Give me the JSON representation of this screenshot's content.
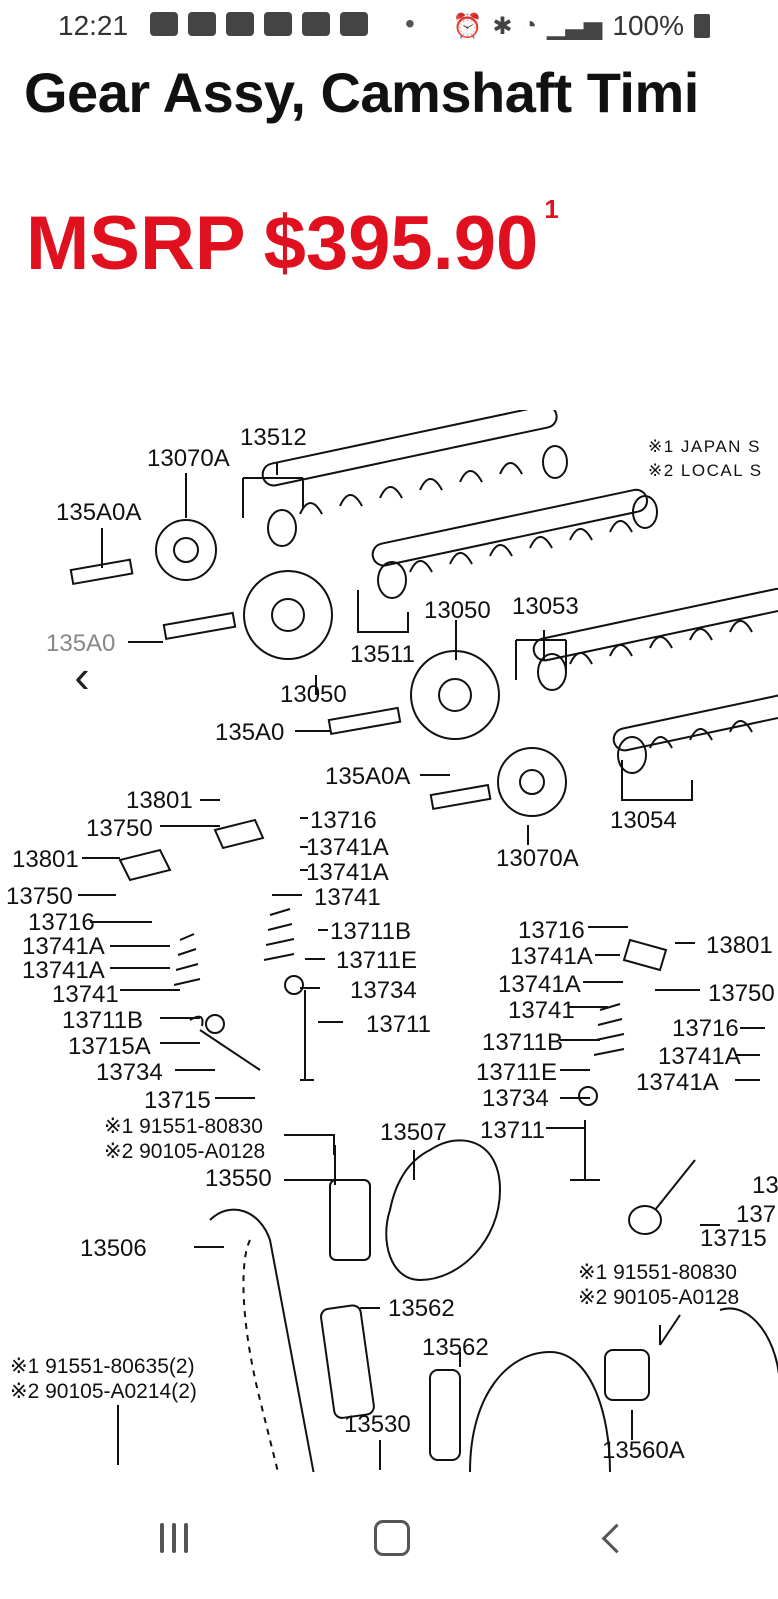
{
  "status_bar": {
    "time": "12:21",
    "battery": "100%",
    "icons": [
      "youtube-icon",
      "chat-icon",
      "teams-icon",
      "teams-icon",
      "news-icon",
      "news-icon",
      "alarm-icon",
      "bluetooth-icon",
      "wifi-icon",
      "signal-icon",
      "battery-icon"
    ]
  },
  "product": {
    "title": "Gear Assy, Camshaft Timi",
    "price_label": "MSRP",
    "price": "$395.90",
    "price_footnote": "1"
  },
  "diagram": {
    "notes": [
      "※1 JAPAN S",
      "※2 LOCAL S"
    ],
    "labels": {
      "l13512": "13512",
      "l13070A_a": "13070A",
      "l135A0A_a": "135A0A",
      "l135A0_a": "135A0",
      "l13511": "13511",
      "l13050_a": "13050",
      "l13050_b": "13050",
      "l13053": "13053",
      "l135A0_b": "135A0",
      "l135A0A_b": "135A0A",
      "l13054": "13054",
      "l13070A_b": "13070A",
      "l13801_a": "13801",
      "l13750_a": "13750",
      "l13801_b": "13801",
      "l13750_b": "13750",
      "l13716_a": "13716",
      "l13741A_a": "13741A",
      "l13741A_b": "13741A",
      "l13741_a": "13741",
      "l13711B_a": "13711B",
      "l13711E_a": "13711E",
      "l13734_a": "13734",
      "l13711_a": "13711",
      "l13716_b": "13716",
      "l13741A_c": "13741A",
      "l13741A_d": "13741A",
      "l13741_b": "13741",
      "l13711B_b": "13711B",
      "l13715A": "13715A",
      "l13734_b": "13734",
      "l13715_a": "13715",
      "l13716_c": "13716",
      "l13741A_e": "13741A",
      "l13741A_f": "13741A",
      "l13741_c": "13741",
      "l13711B_c": "13711B",
      "l13711E_b": "13711E",
      "l13734_c": "13734",
      "l13711_b": "13711",
      "l13801_c": "13801",
      "l13750_c": "13750",
      "l13716_d": "13716",
      "l13741A_g": "13741A",
      "l13741A_h": "13741A",
      "l13_cut1": "13",
      "l137_cut": "137",
      "l13715_b": "13715",
      "l13507": "13507",
      "l13550": "13550",
      "l13506": "13506",
      "l13562_a": "13562",
      "l13562_b": "13562",
      "l13530": "13530",
      "l13560A": "13560A"
    },
    "fasteners": {
      "f1a": "※1 91551-80830",
      "f1b": "※2 90105-A0128",
      "f2a": "※1 91551-80830",
      "f2b": "※2 90105-A0128",
      "f3a": "※1 91551-80635(2)",
      "f3b": "※2 90105-A0214(2)"
    }
  }
}
